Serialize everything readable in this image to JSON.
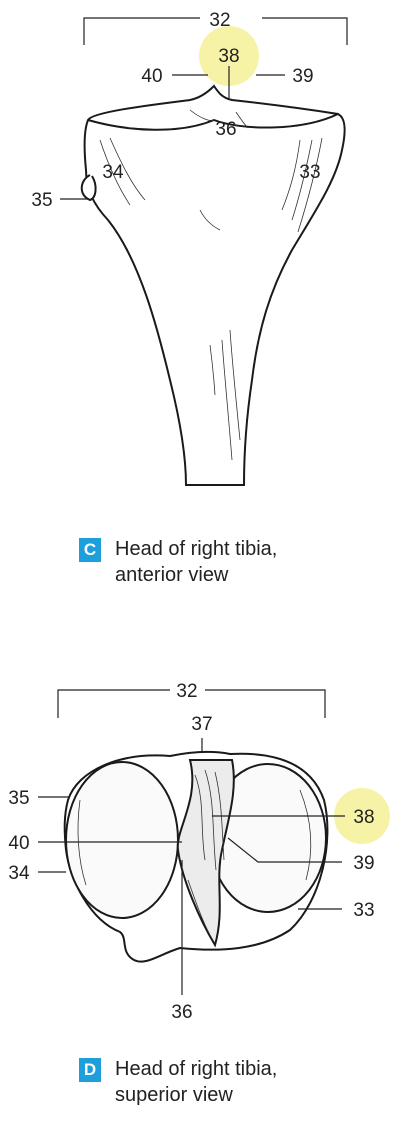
{
  "figure_c": {
    "badge": "C",
    "caption_line1": "Head of right tibia,",
    "caption_line2": "anterior view",
    "labels": {
      "l32": "32",
      "l38": "38",
      "l40": "40",
      "l39": "39",
      "l36": "36",
      "l34": "34",
      "l33": "33",
      "l35": "35"
    },
    "highlight_color": "#f7f3a6"
  },
  "figure_d": {
    "badge": "D",
    "caption_line1": "Head of right tibia,",
    "caption_line2": "superior view",
    "labels": {
      "l32": "32",
      "l37": "37",
      "l35": "35",
      "l38": "38",
      "l40": "40",
      "l39": "39",
      "l34": "34",
      "l33": "33",
      "l36": "36"
    },
    "highlight_color": "#f7f3a6"
  },
  "accent_color": "#1e9fdb"
}
